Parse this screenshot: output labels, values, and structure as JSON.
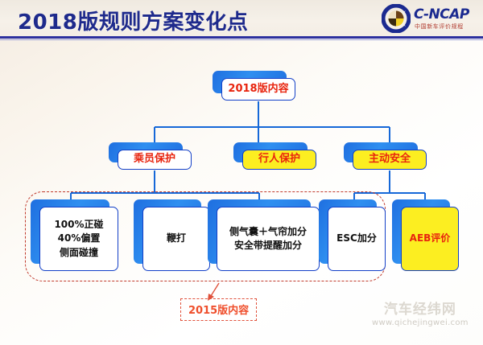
{
  "header": {
    "title": "2018版规则方案变化点",
    "logo": {
      "name": "C-NCAP",
      "subtitle": "中国新车评价规程",
      "mark_colors": {
        "ring": "#1b2a90",
        "wedge_yellow": "#f2d024",
        "wedge_brown": "#6b4218",
        "wedge_dark": "#3a2a10"
      }
    },
    "rule_color": "#2b2f9e",
    "title_color": "#1e2a8c"
  },
  "diagram": {
    "root": {
      "label": "2018版内容",
      "fill": "#ffffff",
      "text_color": "#e8240e"
    },
    "level2": [
      {
        "id": "occupant",
        "label": "乘员保护",
        "fill": "#ffffff",
        "text_color": "#e8240e"
      },
      {
        "id": "pedestrian",
        "label": "行人保护",
        "fill": "#fcee21",
        "text_color": "#e8240e"
      },
      {
        "id": "active",
        "label": "主动安全",
        "fill": "#fcee21",
        "text_color": "#e8240e"
      }
    ],
    "level3": [
      {
        "id": "crash",
        "parent": "occupant",
        "lines": [
          "100%正碰",
          "40%偏置",
          "侧面碰撞"
        ],
        "fill": "#ffffff",
        "text_color": "#111111"
      },
      {
        "id": "whiplash",
        "parent": "occupant",
        "lines": [
          "鞭打"
        ],
        "fill": "#ffffff",
        "text_color": "#111111"
      },
      {
        "id": "airbag",
        "parent": "occupant",
        "lines": [
          "侧气囊＋气帘加分",
          "安全带提醒加分"
        ],
        "fill": "#ffffff",
        "text_color": "#111111"
      },
      {
        "id": "esc",
        "parent": "active",
        "lines": [
          "ESC加分"
        ],
        "fill": "#ffffff",
        "text_color": "#111111"
      },
      {
        "id": "aeb",
        "parent": "active",
        "lines": [
          "AEB评价"
        ],
        "fill": "#fcee21",
        "text_color": "#e8240e"
      }
    ],
    "group_callout": {
      "label": "2015版内容",
      "border_color": "#c0392b",
      "text_color": "#ef4e2b"
    },
    "connector_color": "#1668d8",
    "box_border_color": "#1340c8",
    "box_shadow_color": "#2f8ff0"
  },
  "watermark": {
    "brand": "汽车经纬网",
    "url": "www.qichejingwei.com"
  }
}
